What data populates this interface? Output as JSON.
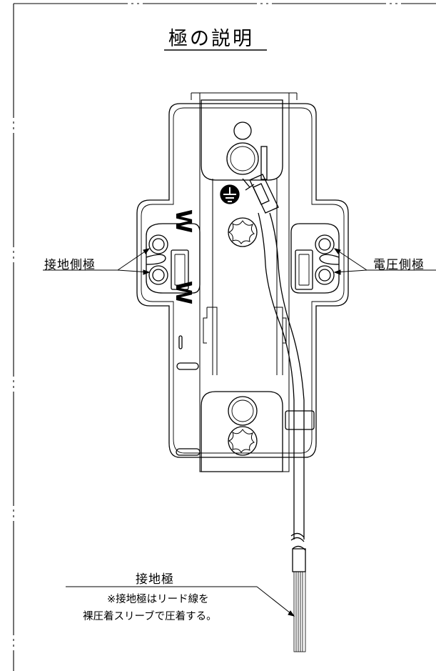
{
  "title": "極の説明",
  "labels": {
    "ground_side_pole": "接地側極",
    "voltage_side_pole": "電圧側極",
    "ground_pole": "接地極"
  },
  "note": {
    "line1": "※接地極はリード線を",
    "line2": "裸圧着スリーブで圧着する。"
  },
  "markings": {
    "w_upper": "W",
    "w_lower": "W"
  },
  "icons": {
    "ground_symbol": "earth-ground-icon"
  }
}
